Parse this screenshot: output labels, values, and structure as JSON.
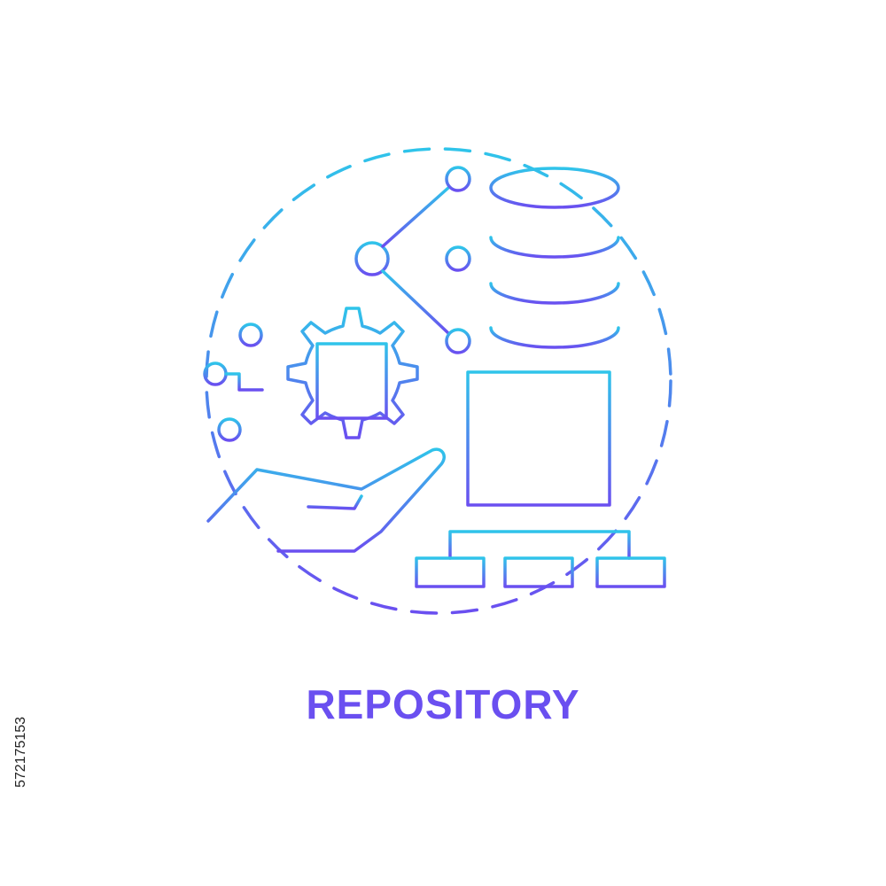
{
  "caption": {
    "title": "REPOSITORY"
  },
  "side_label": {
    "text": "572175153"
  },
  "colors": {
    "gradient_top": "#2fc4ea",
    "gradient_bottom": "#6a4ff0",
    "caption": "#6a4ff0",
    "background": "#ffffff"
  },
  "icons": [
    "dashed-circle-outline",
    "database-cylinder-icon",
    "network-nodes-icon",
    "gear-with-server-icon",
    "hand-icon",
    "server-rack-icon",
    "hierarchy-tree-icon"
  ]
}
